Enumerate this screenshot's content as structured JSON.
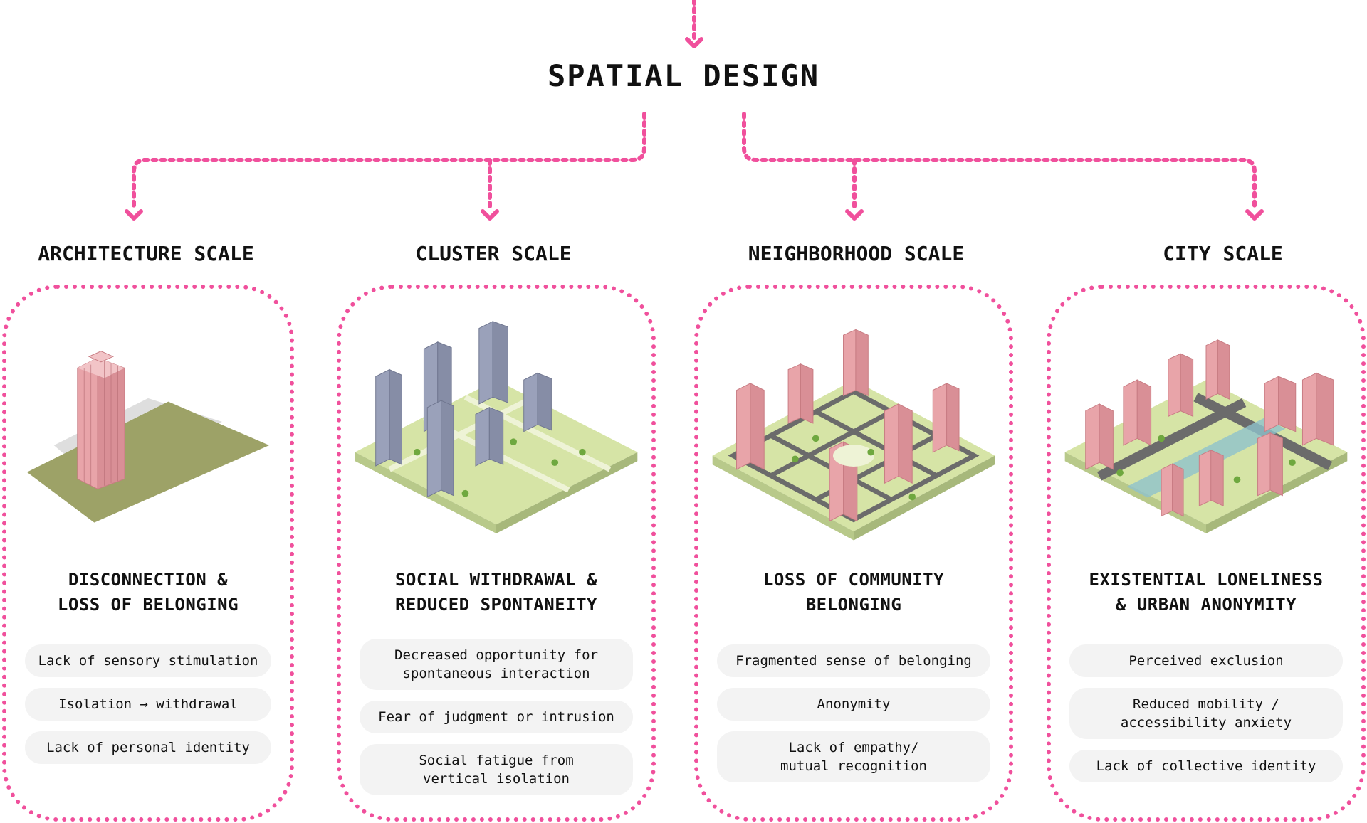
{
  "title": "SPATIAL DESIGN",
  "colors": {
    "accent": "#f0509c",
    "tag_bg": "#f3f3f3",
    "building": "#e8a4a9",
    "grass": "#d6e4a6",
    "gray_building": "#9aa1ba"
  },
  "scales": [
    {
      "title": "ARCHITECTURE SCALE",
      "illustration": "single-tower-icon",
      "heading": [
        "DISCONNECTION &",
        "LOSS OF BELONGING"
      ],
      "items": [
        [
          "Lack of sensory stimulation"
        ],
        [
          "Isolation → withdrawal"
        ],
        [
          "Lack of personal identity"
        ]
      ]
    },
    {
      "title": "CLUSTER SCALE",
      "illustration": "building-cluster-icon",
      "heading": [
        "SOCIAL WITHDRAWAL &",
        "REDUCED SPONTANEITY"
      ],
      "items": [
        [
          "Decreased opportunity for",
          "spontaneous interaction"
        ],
        [
          "Fear of judgment or intrusion"
        ],
        [
          "Social fatigue from",
          "vertical isolation"
        ]
      ]
    },
    {
      "title": "NEIGHBORHOOD SCALE",
      "illustration": "neighborhood-grid-icon",
      "heading": [
        "LOSS OF COMMUNITY",
        "BELONGING"
      ],
      "items": [
        [
          "Fragmented sense of belonging"
        ],
        [
          "Anonymity"
        ],
        [
          "Lack of empathy/",
          "mutual recognition"
        ]
      ]
    },
    {
      "title": "CITY SCALE",
      "illustration": "city-block-icon",
      "heading": [
        "EXISTENTIAL LONELINESS",
        "& URBAN ANONYMITY"
      ],
      "items": [
        [
          "Perceived exclusion"
        ],
        [
          "Reduced mobility /",
          "accessibility anxiety"
        ],
        [
          "Lack of collective identity"
        ]
      ]
    }
  ]
}
